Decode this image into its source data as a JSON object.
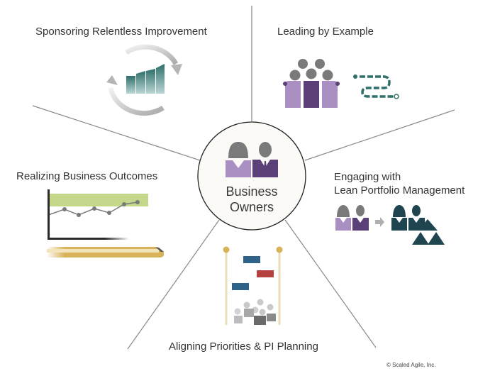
{
  "diagram": {
    "center": {
      "title_line1": "Business",
      "title_line2": "Owners",
      "icon": "business-owners-icon"
    },
    "segments": [
      {
        "label": "Sponsoring Relentless Improvement",
        "icon": "improvement-cycle-icon"
      },
      {
        "label": "Leading by Example",
        "icon": "team-leader-icon",
        "secondary_icon": "roadmap-path-icon"
      },
      {
        "label_line1": "Engaging with",
        "label_line2": "Lean Portfolio Management",
        "icon": "owners-to-lpm-icon"
      },
      {
        "label": "Aligning Priorities & PI Planning",
        "icon": "pi-planning-board-icon"
      },
      {
        "label": "Realizing Business Outcomes",
        "icon": "outcome-chart-icon"
      }
    ],
    "copyright": "© Scaled Agile, Inc."
  },
  "colors": {
    "teal": "#2f6f6c",
    "dark_teal": "#1f4650",
    "purple_light": "#a98fc2",
    "purple_dark": "#5b3f78",
    "gray_head": "#7a7a7a",
    "green_band": "#c5d78a",
    "gold": "#d8b35a",
    "blue_bar": "#2e6288",
    "red_bar": "#b54141",
    "divider": "#8a8a8a",
    "circle_fill": "#fcfaf7",
    "circle_stroke": "#222222"
  }
}
